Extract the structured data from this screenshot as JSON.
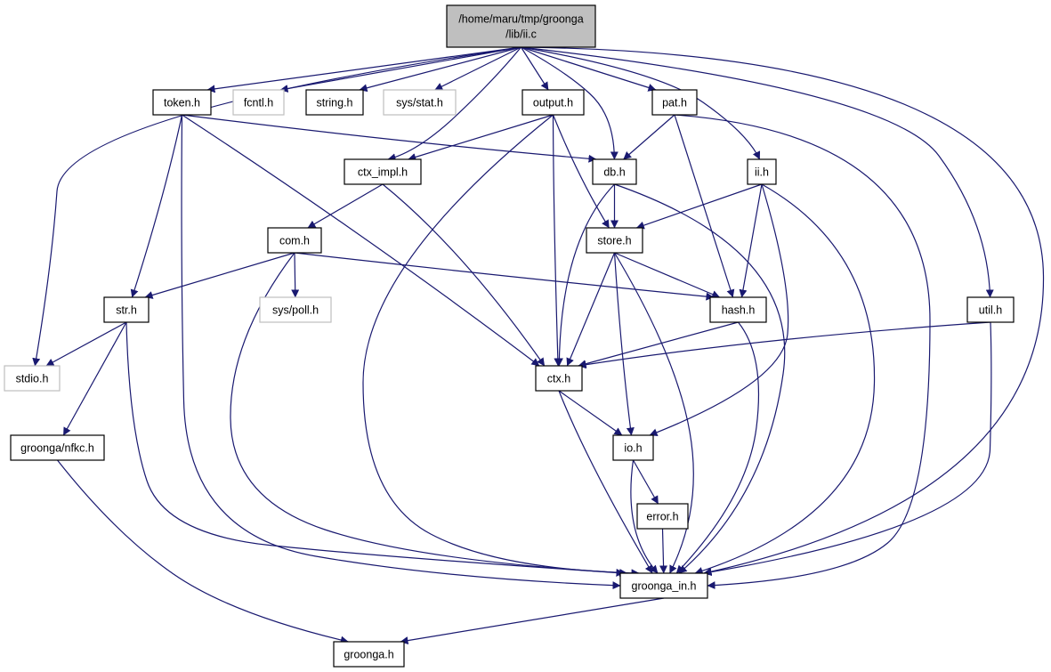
{
  "diagram": {
    "type": "include-dependency-graph",
    "root": {
      "id": "root",
      "lines": [
        "/home/maru/tmp/groonga",
        "/lib/ii.c"
      ]
    },
    "nodes": [
      {
        "id": "token",
        "label": "token.h",
        "kind": "project"
      },
      {
        "id": "fcntl",
        "label": "fcntl.h",
        "kind": "system"
      },
      {
        "id": "string",
        "label": "string.h",
        "kind": "project"
      },
      {
        "id": "sysstat",
        "label": "sys/stat.h",
        "kind": "system"
      },
      {
        "id": "output",
        "label": "output.h",
        "kind": "project"
      },
      {
        "id": "pat",
        "label": "pat.h",
        "kind": "project"
      },
      {
        "id": "ctximpl",
        "label": "ctx_impl.h",
        "kind": "project"
      },
      {
        "id": "db",
        "label": "db.h",
        "kind": "project"
      },
      {
        "id": "ii",
        "label": "ii.h",
        "kind": "project"
      },
      {
        "id": "com",
        "label": "com.h",
        "kind": "project"
      },
      {
        "id": "store",
        "label": "store.h",
        "kind": "project"
      },
      {
        "id": "str",
        "label": "str.h",
        "kind": "project"
      },
      {
        "id": "syspoll",
        "label": "sys/poll.h",
        "kind": "system"
      },
      {
        "id": "hash",
        "label": "hash.h",
        "kind": "project"
      },
      {
        "id": "util",
        "label": "util.h",
        "kind": "project"
      },
      {
        "id": "stdio",
        "label": "stdio.h",
        "kind": "system"
      },
      {
        "id": "ctx",
        "label": "ctx.h",
        "kind": "project"
      },
      {
        "id": "nfkc",
        "label": "groonga/nfkc.h",
        "kind": "project"
      },
      {
        "id": "io",
        "label": "io.h",
        "kind": "project"
      },
      {
        "id": "error",
        "label": "error.h",
        "kind": "project"
      },
      {
        "id": "groongain",
        "label": "groonga_in.h",
        "kind": "project"
      },
      {
        "id": "groonga",
        "label": "groonga.h",
        "kind": "project"
      }
    ],
    "edges": [
      [
        "root",
        "token"
      ],
      [
        "root",
        "fcntl"
      ],
      [
        "root",
        "string"
      ],
      [
        "root",
        "sysstat"
      ],
      [
        "root",
        "output"
      ],
      [
        "root",
        "pat"
      ],
      [
        "root",
        "ctximpl"
      ],
      [
        "root",
        "db"
      ],
      [
        "root",
        "ii"
      ],
      [
        "root",
        "util"
      ],
      [
        "root",
        "stdio"
      ],
      [
        "root",
        "groongain"
      ],
      [
        "token",
        "str"
      ],
      [
        "token",
        "db"
      ],
      [
        "token",
        "ctx"
      ],
      [
        "token",
        "groongain"
      ],
      [
        "output",
        "ctximpl"
      ],
      [
        "output",
        "store"
      ],
      [
        "output",
        "ctx"
      ],
      [
        "output",
        "groongain"
      ],
      [
        "pat",
        "db"
      ],
      [
        "pat",
        "hash"
      ],
      [
        "pat",
        "groongain"
      ],
      [
        "ctximpl",
        "com"
      ],
      [
        "ctximpl",
        "ctx"
      ],
      [
        "db",
        "store"
      ],
      [
        "db",
        "ctx"
      ],
      [
        "db",
        "groongain"
      ],
      [
        "ii",
        "store"
      ],
      [
        "ii",
        "hash"
      ],
      [
        "ii",
        "io"
      ],
      [
        "ii",
        "groongain"
      ],
      [
        "com",
        "str"
      ],
      [
        "com",
        "syspoll"
      ],
      [
        "com",
        "hash"
      ],
      [
        "com",
        "groongain"
      ],
      [
        "store",
        "hash"
      ],
      [
        "store",
        "ctx"
      ],
      [
        "store",
        "io"
      ],
      [
        "store",
        "groongain"
      ],
      [
        "str",
        "stdio"
      ],
      [
        "str",
        "nfkc"
      ],
      [
        "str",
        "groongain"
      ],
      [
        "hash",
        "ctx"
      ],
      [
        "hash",
        "groongain"
      ],
      [
        "util",
        "ctx"
      ],
      [
        "util",
        "groongain"
      ],
      [
        "ctx",
        "io"
      ],
      [
        "ctx",
        "groongain"
      ],
      [
        "nfkc",
        "groonga"
      ],
      [
        "io",
        "error"
      ],
      [
        "io",
        "groongain"
      ],
      [
        "error",
        "groongain"
      ],
      [
        "groongain",
        "groonga"
      ]
    ],
    "colors": {
      "edge": "#191970",
      "node_border": "#000000",
      "system_border": "#bfbfbf",
      "root_fill": "#bfbfbf"
    }
  }
}
